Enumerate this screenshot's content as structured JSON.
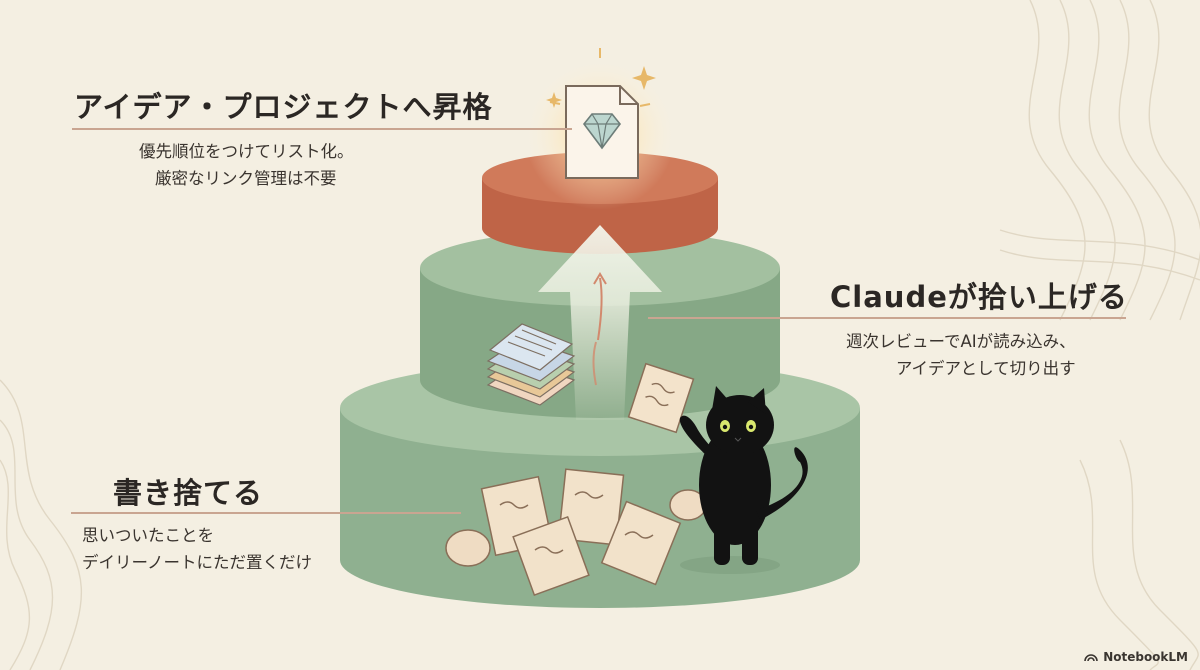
{
  "tiers": {
    "top": {
      "title": "アイデア・プロジェクトへ昇格",
      "desc_lines": [
        "優先順位をつけてリスト化。",
        "厳密なリンク管理は不要"
      ]
    },
    "middle": {
      "title": "Claudeが拾い上げる",
      "desc_lines": [
        "週次レビューでAIが読み込み、",
        "アイデアとして切り出す"
      ]
    },
    "bottom": {
      "title": "書き捨てる",
      "desc_lines": [
        "思いついたことを",
        "デイリーノートにただ置くだけ"
      ]
    }
  },
  "brand": {
    "name": "NotebookLM",
    "icon": "notebooklm-logo-icon"
  },
  "colors": {
    "background": "#f4efe2",
    "tier_top": "#c97456",
    "tier_middle": "#8faf8f",
    "tier_bottom": "#98b898",
    "arrow": "#eef0e0",
    "cat": "#111111"
  }
}
